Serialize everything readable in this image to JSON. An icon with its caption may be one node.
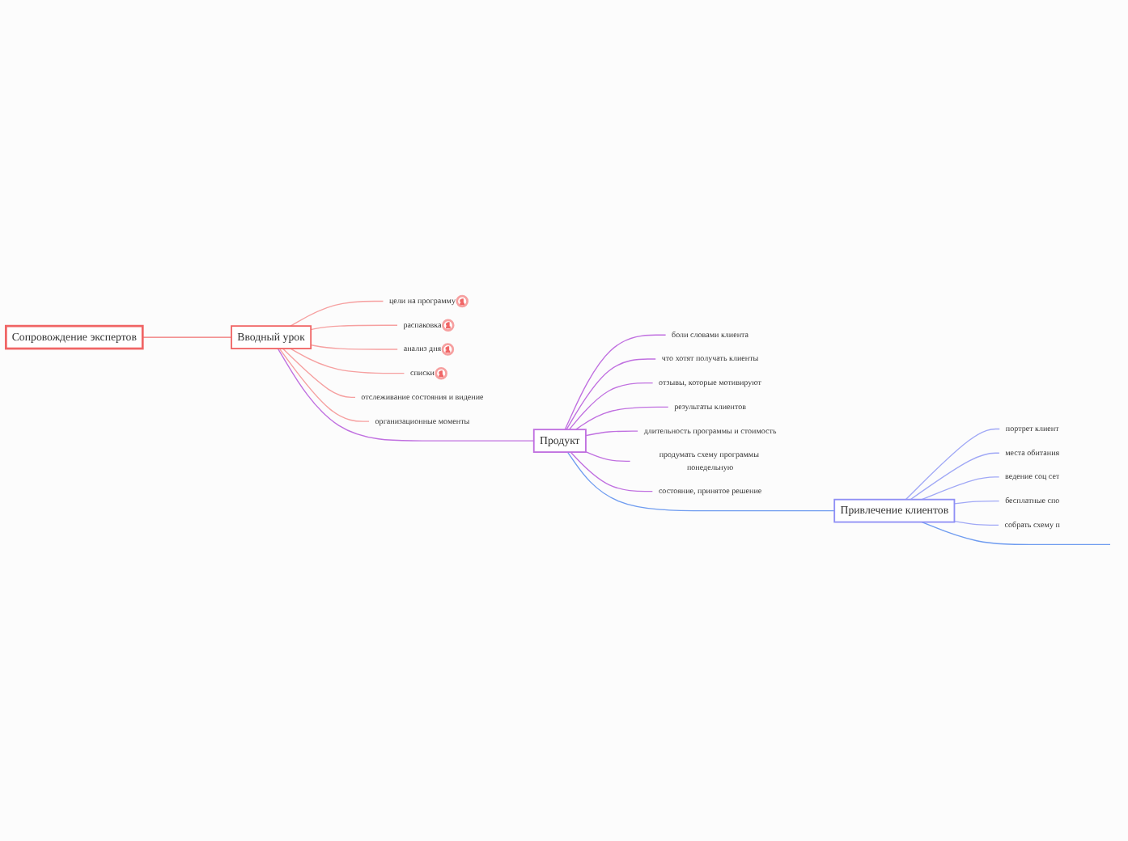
{
  "diagram": {
    "nodes": [
      {
        "text": [
          "Сопровождение экспертов"
        ]
      },
      {
        "text": [
          "Вводный урок"
        ]
      },
      {
        "text": [
          "Продукт"
        ]
      },
      {
        "text": [
          "Привлечение клиентов"
        ]
      },
      {
        "text": [
          "боли словами клиента"
        ]
      },
      {
        "text": [
          "что хотят получать клиенты"
        ]
      },
      {
        "text": [
          "отзывы, которые мотивируют"
        ]
      },
      {
        "text": [
          "результаты клиентов"
        ]
      },
      {
        "text": [
          "длительность программы и стоимость"
        ]
      },
      {
        "text": [
          "продумать схему программы понедельную"
        ]
      },
      {
        "text": [
          "состояние, принятое решение"
        ]
      },
      {
        "text": [
          "цели на программу"
        ],
        "beside": [
          "1"
        ]
      },
      {
        "text": [
          "распаковка"
        ],
        "beside": [
          "1"
        ]
      },
      {
        "text": [
          "анализ дня"
        ],
        "beside": [
          "1"
        ]
      },
      {
        "text": [
          "списки"
        ],
        "beside": [
          "1"
        ]
      },
      {
        "text": [
          "отслеживание состояния и видение"
        ]
      },
      {
        "text": [
          "организационные моменты"
        ]
      },
      {
        "text": [
          "портрет клиент"
        ]
      },
      {
        "text": [
          "места обитания"
        ]
      },
      {
        "text": [
          "ведение соц сет"
        ]
      },
      {
        "text": [
          "бесплатные спо"
        ]
      },
      {
        "text": [
          "собрать схему п"
        ]
      }
    ],
    "edges": [
      {
        "from": 0,
        "to": 1,
        "arrow": "none",
        "color": "#f07070"
      },
      {
        "from": 1,
        "to": 2,
        "arrow": "none"
      },
      {
        "from": 2,
        "to": 3,
        "arrow": "none",
        "color": "#6f9cf0"
      },
      {
        "from": 3,
        "to": null,
        "arrow": "none",
        "color": "#6f9cf0"
      },
      {
        "from": 2,
        "to": 4,
        "arrow": "none"
      },
      {
        "from": 2,
        "to": 5,
        "arrow": "none"
      },
      {
        "from": 2,
        "to": 6,
        "arrow": "none"
      },
      {
        "from": 2,
        "to": 7,
        "arrow": "none"
      },
      {
        "from": 2,
        "to": 8,
        "arrow": "none"
      },
      {
        "from": 2,
        "to": 9,
        "arrow": "none"
      },
      {
        "from": 2,
        "to": 10,
        "arrow": "none"
      },
      {
        "from": 1,
        "to": 11,
        "arrow": "none",
        "color": "#f6a0a0"
      },
      {
        "from": 1,
        "to": 12,
        "arrow": "none",
        "color": "#f6a0a0"
      },
      {
        "from": 1,
        "to": 13,
        "arrow": "none",
        "color": "#f6a0a0"
      },
      {
        "from": 1,
        "to": 14,
        "arrow": "none",
        "color": "#f6a0a0"
      },
      {
        "from": 1,
        "to": 15,
        "arrow": "none",
        "color": "#f6a0a0"
      },
      {
        "from": 1,
        "to": 16,
        "arrow": "none",
        "color": "#f6a0a0"
      },
      {
        "from": 3,
        "to": 17,
        "arrow": "none",
        "color": "#a0a8f6"
      },
      {
        "from": 3,
        "to": 18,
        "arrow": "none",
        "color": "#a0a8f6"
      },
      {
        "from": 3,
        "to": 19,
        "arrow": "none",
        "color": "#a0a8f6"
      },
      {
        "from": 3,
        "to": 20,
        "arrow": "none",
        "color": "#a0a8f6"
      },
      {
        "from": 3,
        "to": 21,
        "arrow": "none",
        "color": "#a0a8f6"
      }
    ]
  }
}
